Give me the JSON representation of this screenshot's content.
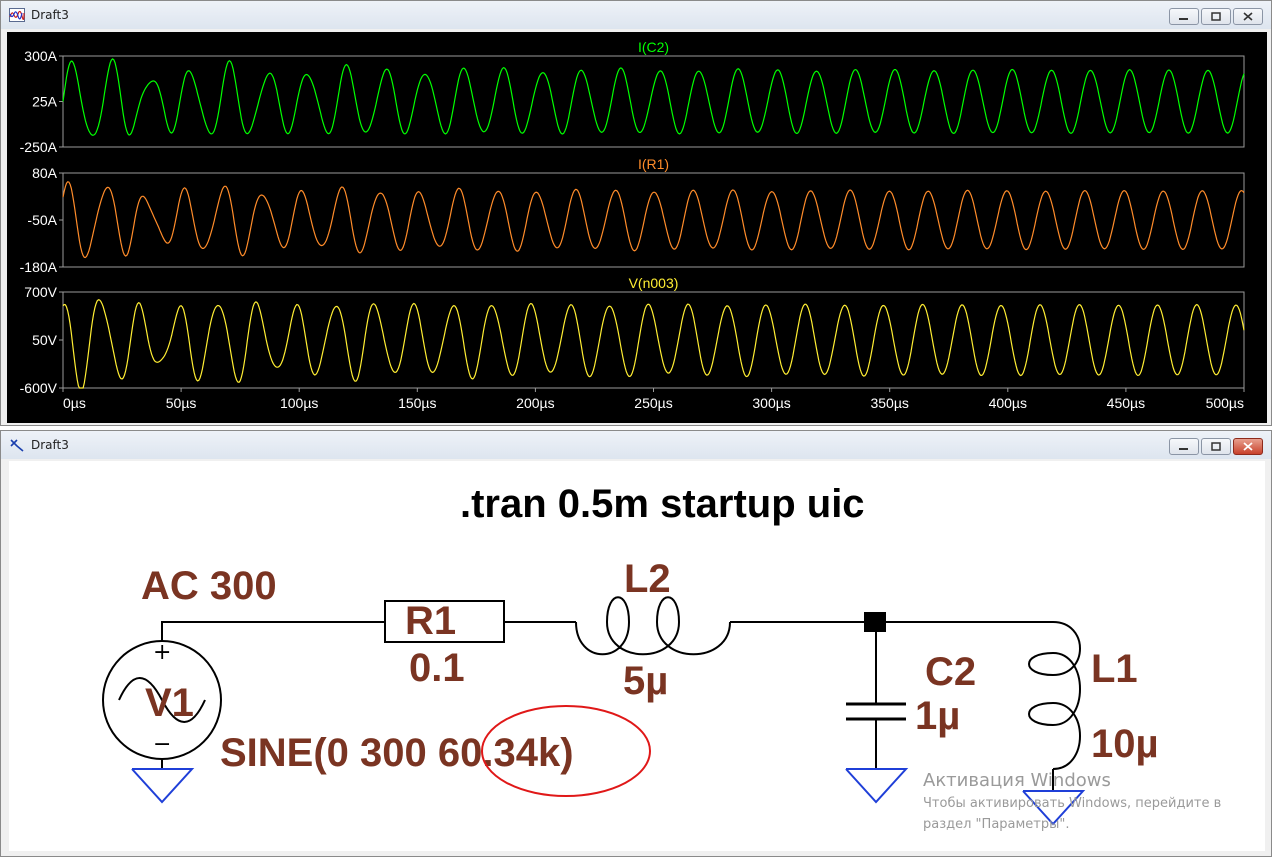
{
  "plot_window": {
    "title": "Draft3",
    "panes": [
      {
        "trace": "I(C2)",
        "color": "#00ff00",
        "y_ticks": [
          "300A",
          "25A",
          "-250A"
        ],
        "ylim": [
          -250,
          300
        ],
        "amplitude": 200,
        "offset": 25
      },
      {
        "trace": "I(R1)",
        "color": "#ff8c2a",
        "y_ticks": [
          "80A",
          "-50A",
          "-180A"
        ],
        "ylim": [
          -180,
          80
        ],
        "amplitude": 85,
        "offset": -50
      },
      {
        "trace": "V(n003)",
        "color": "#ffee33",
        "y_ticks": [
          "700V",
          "50V",
          "-600V"
        ],
        "ylim": [
          -600,
          700
        ],
        "amplitude": 500,
        "offset": 50
      }
    ],
    "x_ticks": [
      "0µs",
      "50µs",
      "100µs",
      "150µs",
      "200µs",
      "250µs",
      "300µs",
      "350µs",
      "400µs",
      "450µs",
      "500µs"
    ],
    "xlim_us": [
      0,
      500
    ],
    "frequency_khz": 60.34
  },
  "schematic_window": {
    "title": "Draft3",
    "directive": ".tran 0.5m startup uic",
    "source_name": "V1",
    "source_ac": "AC 300",
    "source_value": "SINE(0 300 ",
    "source_freq": "60.34k",
    "source_close": ")",
    "plus": "+",
    "minus": "−",
    "r1_name": "R1",
    "r1_value": "0.1",
    "l2_name": "L2",
    "l2_value": "5µ",
    "c2_name": "C2",
    "c2_value": "1µ",
    "l1_name": "L1",
    "l1_value": "10µ",
    "highlight_color": "#e01818",
    "label_color": "#7a3422",
    "wire_color": "#000000",
    "ground_color": "#1f3fd8"
  },
  "watermark": {
    "line1": "Активация Windows",
    "line2": "Чтобы активировать Windows, перейдите в",
    "line3": "раздел \"Параметры\"."
  }
}
